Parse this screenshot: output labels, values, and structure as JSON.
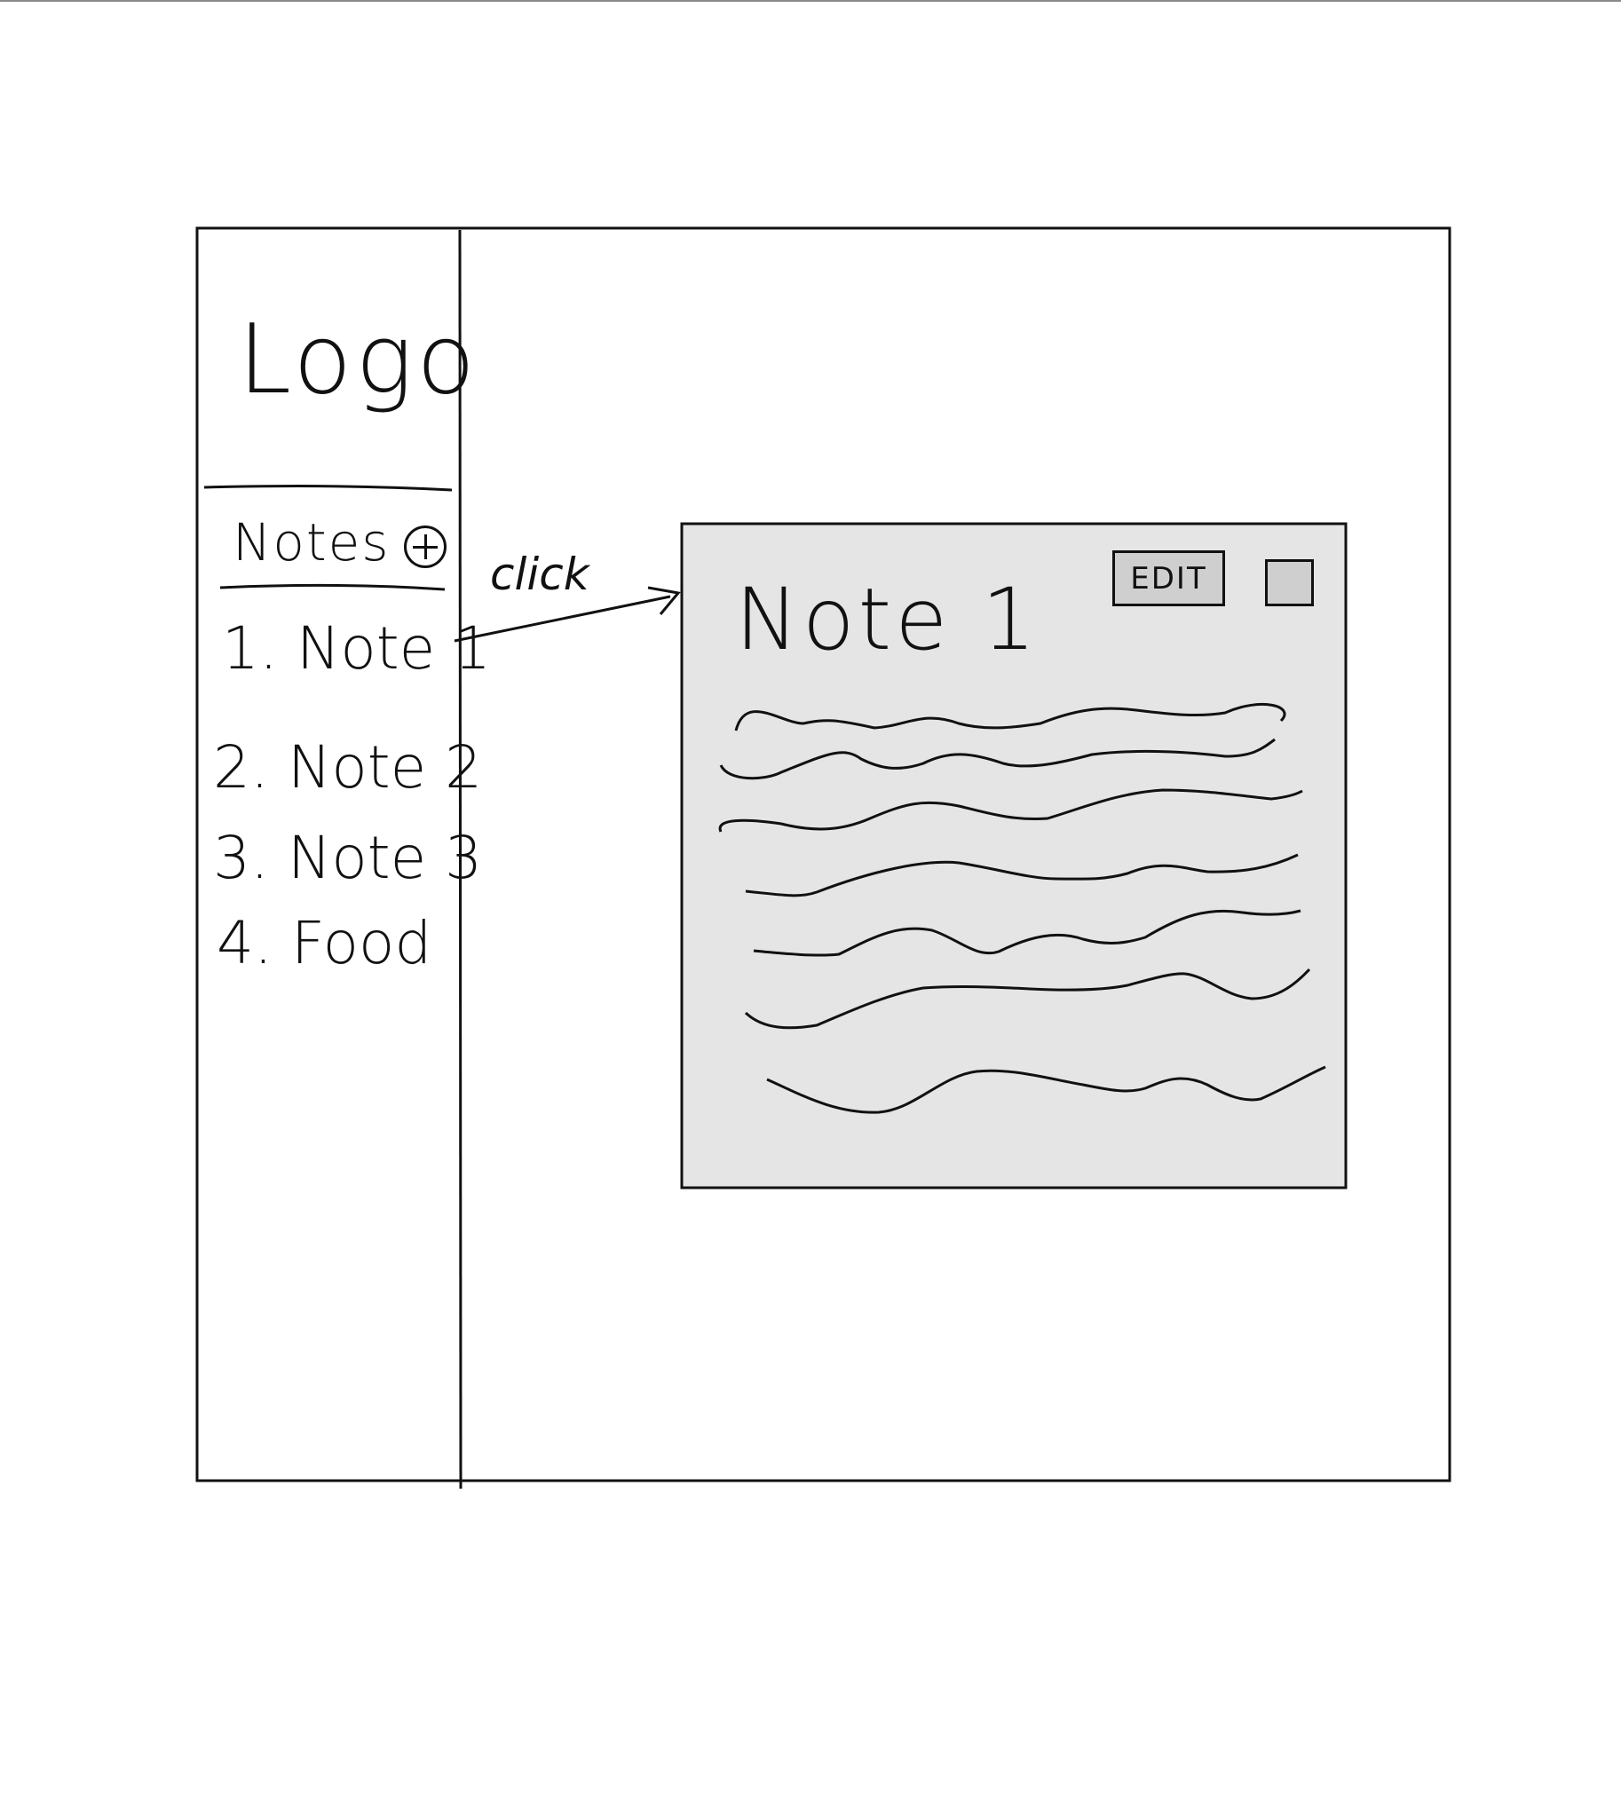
{
  "sidebar": {
    "logo_text": "Logo",
    "notes_label": "Notes",
    "items": [
      {
        "number": "1.",
        "label": "Note 1"
      },
      {
        "number": "2.",
        "label": "Note 2"
      },
      {
        "number": "3.",
        "label": "Note 3"
      },
      {
        "number": "4.",
        "label": "Food"
      }
    ]
  },
  "annotation": {
    "arrow_label": "click"
  },
  "note_panel": {
    "title": "Note 1",
    "edit_label": "EDIT"
  },
  "colors": {
    "stroke": "#111111",
    "panel_fill": "#e5e5e5",
    "button_fill": "#cfcfcf",
    "background": "#ffffff"
  }
}
